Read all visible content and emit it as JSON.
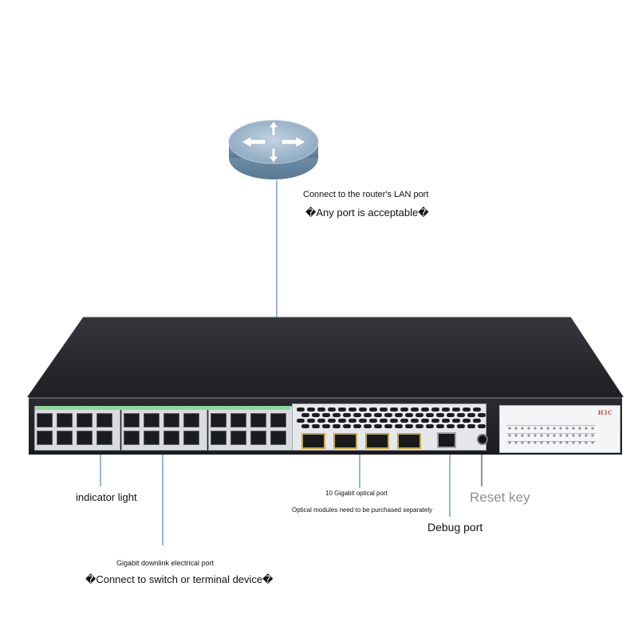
{
  "brand": "H3C",
  "colors": {
    "leader_line_blue": "#9bb3d8",
    "leader_line_grey": "#8a93a3",
    "port_led_green": "#8fd6a2",
    "sfp_gold": "#c4a94a",
    "reset_label_grey": "#8c8f96"
  },
  "router": {
    "icon": "router-icon"
  },
  "labels": {
    "router_line1": "Connect to the router's LAN port",
    "router_line2": "�Any port is acceptable�",
    "indicator": "indicator light",
    "optical_line1": "10 Gigabit optical port",
    "optical_line2": "Optical modules need to be purchased separately",
    "reset": "Reset key",
    "debug": "Debug port",
    "gigabit_line1": "Gigabit downlink electrical port",
    "gigabit_line2": "�Connect to switch or terminal device�"
  },
  "switch": {
    "electrical_port_groups": 3,
    "sfp_ports": 4
  }
}
